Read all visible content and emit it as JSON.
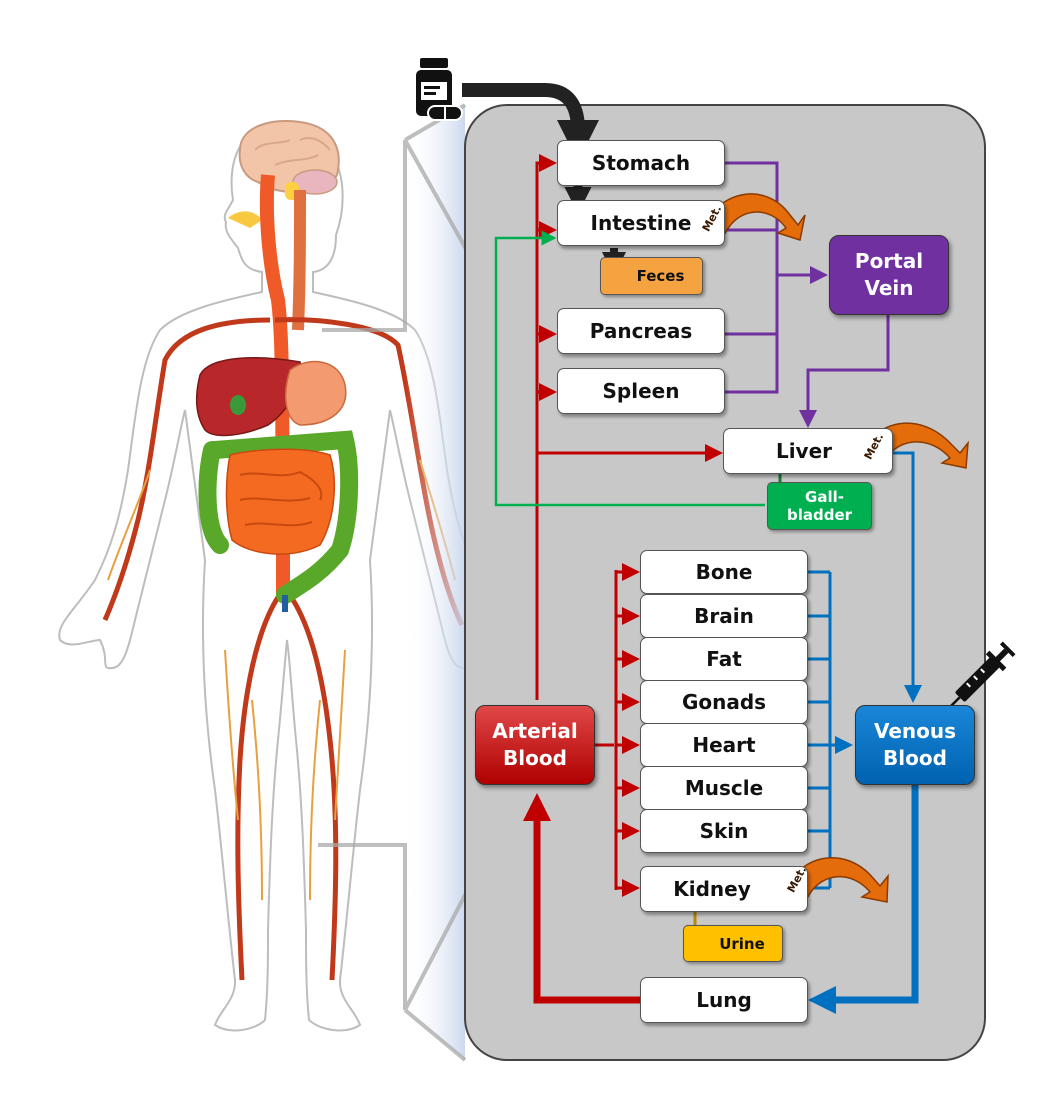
{
  "compartments": {
    "stomach": "Stomach",
    "intestine": "Intestine",
    "feces": "Feces",
    "pancreas": "Pancreas",
    "spleen": "Spleen",
    "portal_vein_line1": "Portal",
    "portal_vein_line2": "Vein",
    "liver": "Liver",
    "gallbladder_line1": "Gall-",
    "gallbladder_line2": "bladder",
    "bone": "Bone",
    "brain": "Brain",
    "fat": "Fat",
    "gonads": "Gonads",
    "heart": "Heart",
    "muscle": "Muscle",
    "skin": "Skin",
    "kidney": "Kidney",
    "urine": "Urine",
    "lung": "Lung",
    "arterial_line1": "Arterial",
    "arterial_line2": "Blood",
    "venous_line1": "Venous",
    "venous_line2": "Blood"
  },
  "metabolism_label": "Met.",
  "icons": {
    "oral_dose": "pill-bottle-icon",
    "iv_dose": "syringe-icon",
    "body": "human-anatomy-illustration"
  },
  "colors": {
    "arterial": "#c00000",
    "venous": "#0070c0",
    "portal": "#7030a0",
    "biliary": "#00b050",
    "feces": "#f4a340",
    "urine": "#ffc000",
    "metabolism": "#e46c0a",
    "panel": "#c8c8c8"
  }
}
